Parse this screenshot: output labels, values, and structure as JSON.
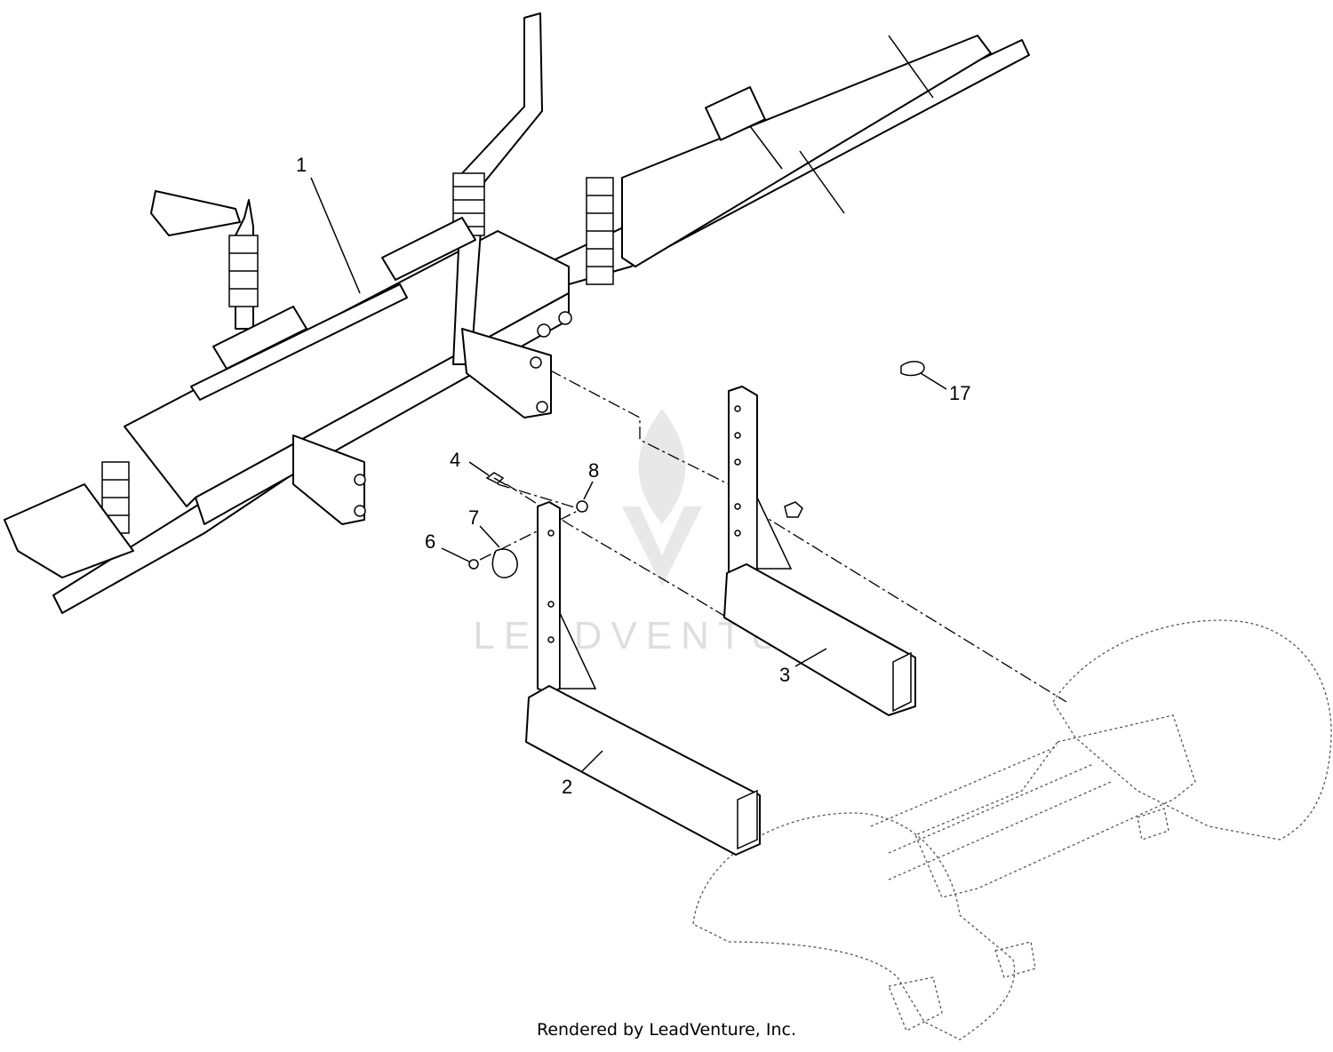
{
  "diagram": {
    "callouts": [
      {
        "id": "1",
        "label": "1"
      },
      {
        "id": "2",
        "label": "2"
      },
      {
        "id": "3",
        "label": "3"
      },
      {
        "id": "4",
        "label": "4"
      },
      {
        "id": "6",
        "label": "6"
      },
      {
        "id": "7",
        "label": "7"
      },
      {
        "id": "8",
        "label": "8"
      },
      {
        "id": "17",
        "label": "17"
      }
    ],
    "watermark": "LEADVENTURE",
    "footer": "Rendered by LeadVenture, Inc."
  }
}
